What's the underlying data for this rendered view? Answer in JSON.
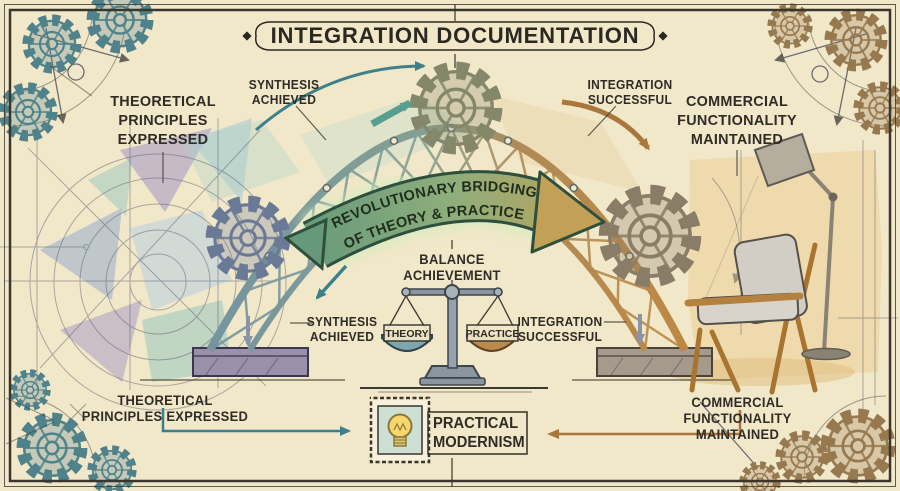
{
  "title": "INTEGRATION DOCUMENTATION",
  "banner": {
    "line1": "REVOLUTIONARY BRIDGING",
    "line2": "OF THEORY & PRACTICE"
  },
  "labels": {
    "theoretical_top": [
      "THEORETICAL",
      "PRINCIPLES",
      "EXPRESSED"
    ],
    "synthesis_top": [
      "SYNTHESIS",
      "ACHIEVED"
    ],
    "integration_top": [
      "INTEGRATION",
      "SUCCESSFUL"
    ],
    "commercial_top": [
      "COMMERCIAL",
      "FUNCTIONALITY",
      "MAINTAINED"
    ],
    "balance": [
      "BALANCE",
      "ACHIEVEMENT"
    ],
    "synthesis_mid": [
      "SYNTHESIS",
      "ACHIEVED"
    ],
    "integration_mid": [
      "INTEGRATION",
      "SUCCESSFUL"
    ],
    "theoretical_bottom": [
      "THEORETICAL",
      "PRINCIPLES EXPRESSED"
    ],
    "commercial_bottom": [
      "COMMERCIAL",
      "FUNCTIONALITY MAINTAINED"
    ],
    "practical": [
      "PRACTICAL",
      "MODERNISM"
    ]
  },
  "scale": {
    "left_pan": "THEORY",
    "right_pan": "PRACTICE"
  },
  "icons": {
    "stamp": "lightbulb-stamp",
    "corner_decoration": "gear",
    "center": "balance-scale",
    "right_scene": [
      "armchair",
      "floor-lamp"
    ]
  },
  "colors": {
    "parchment": "#f1e7c9",
    "ink": "#33302a",
    "teal": "#3e7f8c",
    "teal_gear": "#4f828a",
    "brown": "#a9763b",
    "tan_gear": "#96794f",
    "banner_green": "#66997a",
    "banner_gold": "#c2a156",
    "purple_wash": "#9b8ec4",
    "blue_wash": "#9fc0d8",
    "amber_wash": "#ecd095",
    "theory_pan": "#7fa6ad",
    "practice_pan": "#bd8a4a"
  }
}
